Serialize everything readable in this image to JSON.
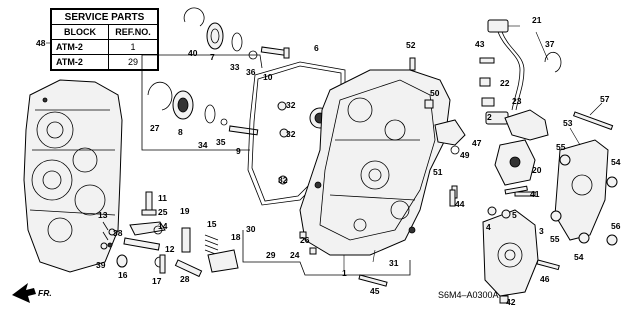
{
  "service_parts": {
    "title": "SERVICE PARTS",
    "col_block": "BLOCK",
    "col_ref": "REF.NO.",
    "rows": [
      {
        "block": "ATM-2",
        "ref": "1"
      },
      {
        "block": "ATM-2",
        "ref": "29"
      }
    ]
  },
  "diagram_code": "S6M4–A0300A",
  "direction_label": "FR.",
  "callouts": {
    "n1": "1",
    "n2": "2",
    "n3": "3",
    "n4": "4",
    "n5": "5",
    "n6": "6",
    "n7": "7",
    "n8": "8",
    "n9": "9",
    "n10": "10",
    "n11": "11",
    "n12": "12",
    "n13": "13",
    "n14": "14",
    "n15": "15",
    "n16": "16",
    "n17": "17",
    "n18": "18",
    "n19": "19",
    "n20": "20",
    "n21": "21",
    "n22": "22",
    "n23": "23",
    "n24": "24",
    "n25": "25",
    "n26": "26",
    "n27": "27",
    "n28": "28",
    "n29": "29",
    "n30": "30",
    "n31": "31",
    "n32a": "32",
    "n32b": "32",
    "n32c": "32",
    "n33": "33",
    "n34": "34",
    "n35": "35",
    "n36": "36",
    "n37": "37",
    "n38": "38",
    "n39": "39",
    "n40": "40",
    "n41": "41",
    "n42": "42",
    "n43": "43",
    "n44": "44",
    "n45": "45",
    "n46": "46",
    "n47": "47",
    "n48": "48",
    "n49": "49",
    "n50": "50",
    "n51": "51",
    "n52": "52",
    "n53": "53",
    "n54a": "54",
    "n54b": "54",
    "n55a": "55",
    "n55b": "55",
    "n56": "56",
    "n57": "57"
  }
}
